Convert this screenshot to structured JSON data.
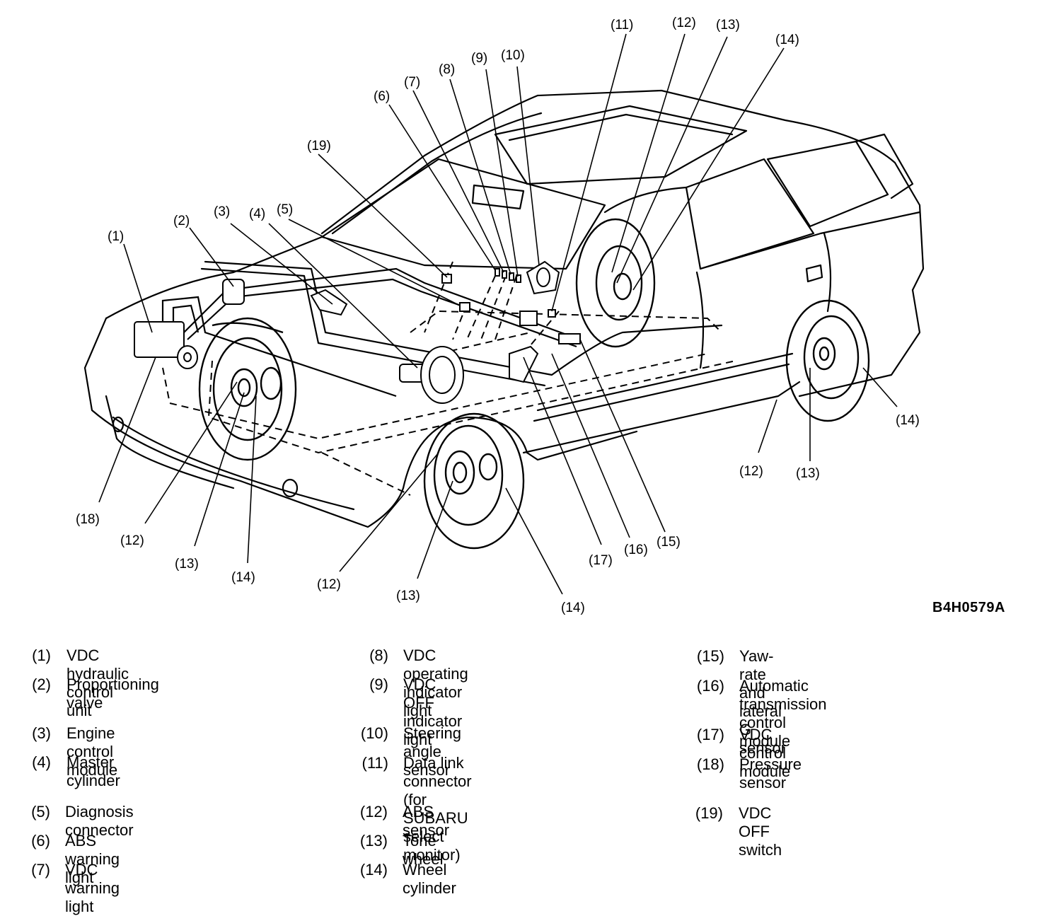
{
  "figure": {
    "code": "B4H0579A",
    "subject": "VDC system component locations (station wagon, front-left three-quarter view)",
    "callouts": [
      {
        "id": "c1",
        "label": "(1)"
      },
      {
        "id": "c2",
        "label": "(2)"
      },
      {
        "id": "c3",
        "label": "(3)"
      },
      {
        "id": "c4",
        "label": "(4)"
      },
      {
        "id": "c5",
        "label": "(5)"
      },
      {
        "id": "c6",
        "label": "(6)"
      },
      {
        "id": "c7",
        "label": "(7)"
      },
      {
        "id": "c8",
        "label": "(8)"
      },
      {
        "id": "c9",
        "label": "(9)"
      },
      {
        "id": "c10",
        "label": "(10)"
      },
      {
        "id": "c11",
        "label": "(11)"
      },
      {
        "id": "c12a",
        "label": "(12)"
      },
      {
        "id": "c13a",
        "label": "(13)"
      },
      {
        "id": "c14a",
        "label": "(14)"
      },
      {
        "id": "c19",
        "label": "(19)"
      },
      {
        "id": "c18",
        "label": "(18)"
      },
      {
        "id": "c12b",
        "label": "(12)"
      },
      {
        "id": "c13b",
        "label": "(13)"
      },
      {
        "id": "c14b",
        "label": "(14)"
      },
      {
        "id": "c12c",
        "label": "(12)"
      },
      {
        "id": "c13c",
        "label": "(13)"
      },
      {
        "id": "c14c",
        "label": "(14)"
      },
      {
        "id": "c17",
        "label": "(17)"
      },
      {
        "id": "c16",
        "label": "(16)"
      },
      {
        "id": "c15",
        "label": "(15)"
      },
      {
        "id": "c12d",
        "label": "(12)"
      },
      {
        "id": "c13d",
        "label": "(13)"
      },
      {
        "id": "c14d",
        "label": "(14)"
      }
    ]
  },
  "legend": [
    {
      "num": "(1)",
      "text": "VDC hydraulic control unit"
    },
    {
      "num": "(2)",
      "text": "Proportioning valve"
    },
    {
      "num": "(3)",
      "text": "Engine control module"
    },
    {
      "num": "(4)",
      "text": "Master cylinder"
    },
    {
      "num": "(5)",
      "text": "Diagnosis connector"
    },
    {
      "num": "(6)",
      "text": "ABS warning light"
    },
    {
      "num": "(7)",
      "text": "VDC warning light"
    },
    {
      "num": "(8)",
      "text": "VDC operating indicator light"
    },
    {
      "num": "(9)",
      "text": "VDC OFF indicator light"
    },
    {
      "num": "(10)",
      "text": "Steering angle sensor"
    },
    {
      "num": "(11)",
      "text": "Data link connector (for SUBARU\nselect monitor)"
    },
    {
      "num": "(12)",
      "text": "ABS sensor"
    },
    {
      "num": "(13)",
      "text": "Tone wheel"
    },
    {
      "num": "(14)",
      "text": "Wheel cylinder"
    },
    {
      "num": "(15)",
      "text": "Yaw-rate and lateral G sensor"
    },
    {
      "num": "(16)",
      "text": "Automatic transmission\ncontrol module"
    },
    {
      "num": "(17)",
      "text": "VDC control module"
    },
    {
      "num": "(18)",
      "text": "Pressure sensor"
    },
    {
      "num": "(19)",
      "text": "VDC OFF switch"
    }
  ]
}
